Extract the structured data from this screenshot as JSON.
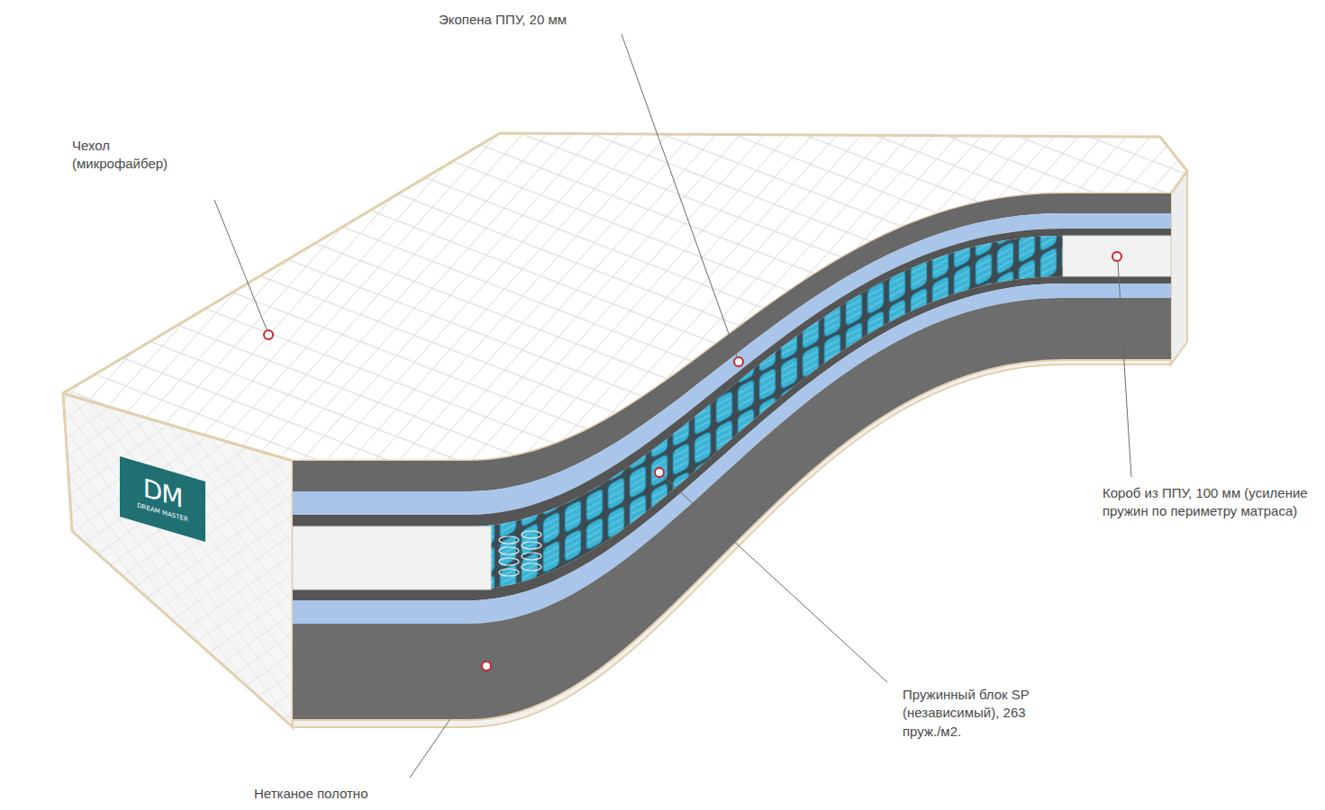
{
  "diagram": {
    "labels": [
      "Экопена ППУ, 20 мм",
      "Чехол (микрофайбер)",
      "Короб из ППУ, 100 мм (усиление пружин по периметру матраса)",
      "Пружинный блок SP (независимый), 263 пруж./м2.",
      "Нетканое полотно",
      "DM",
      "DREAM MASTER"
    ]
  }
}
